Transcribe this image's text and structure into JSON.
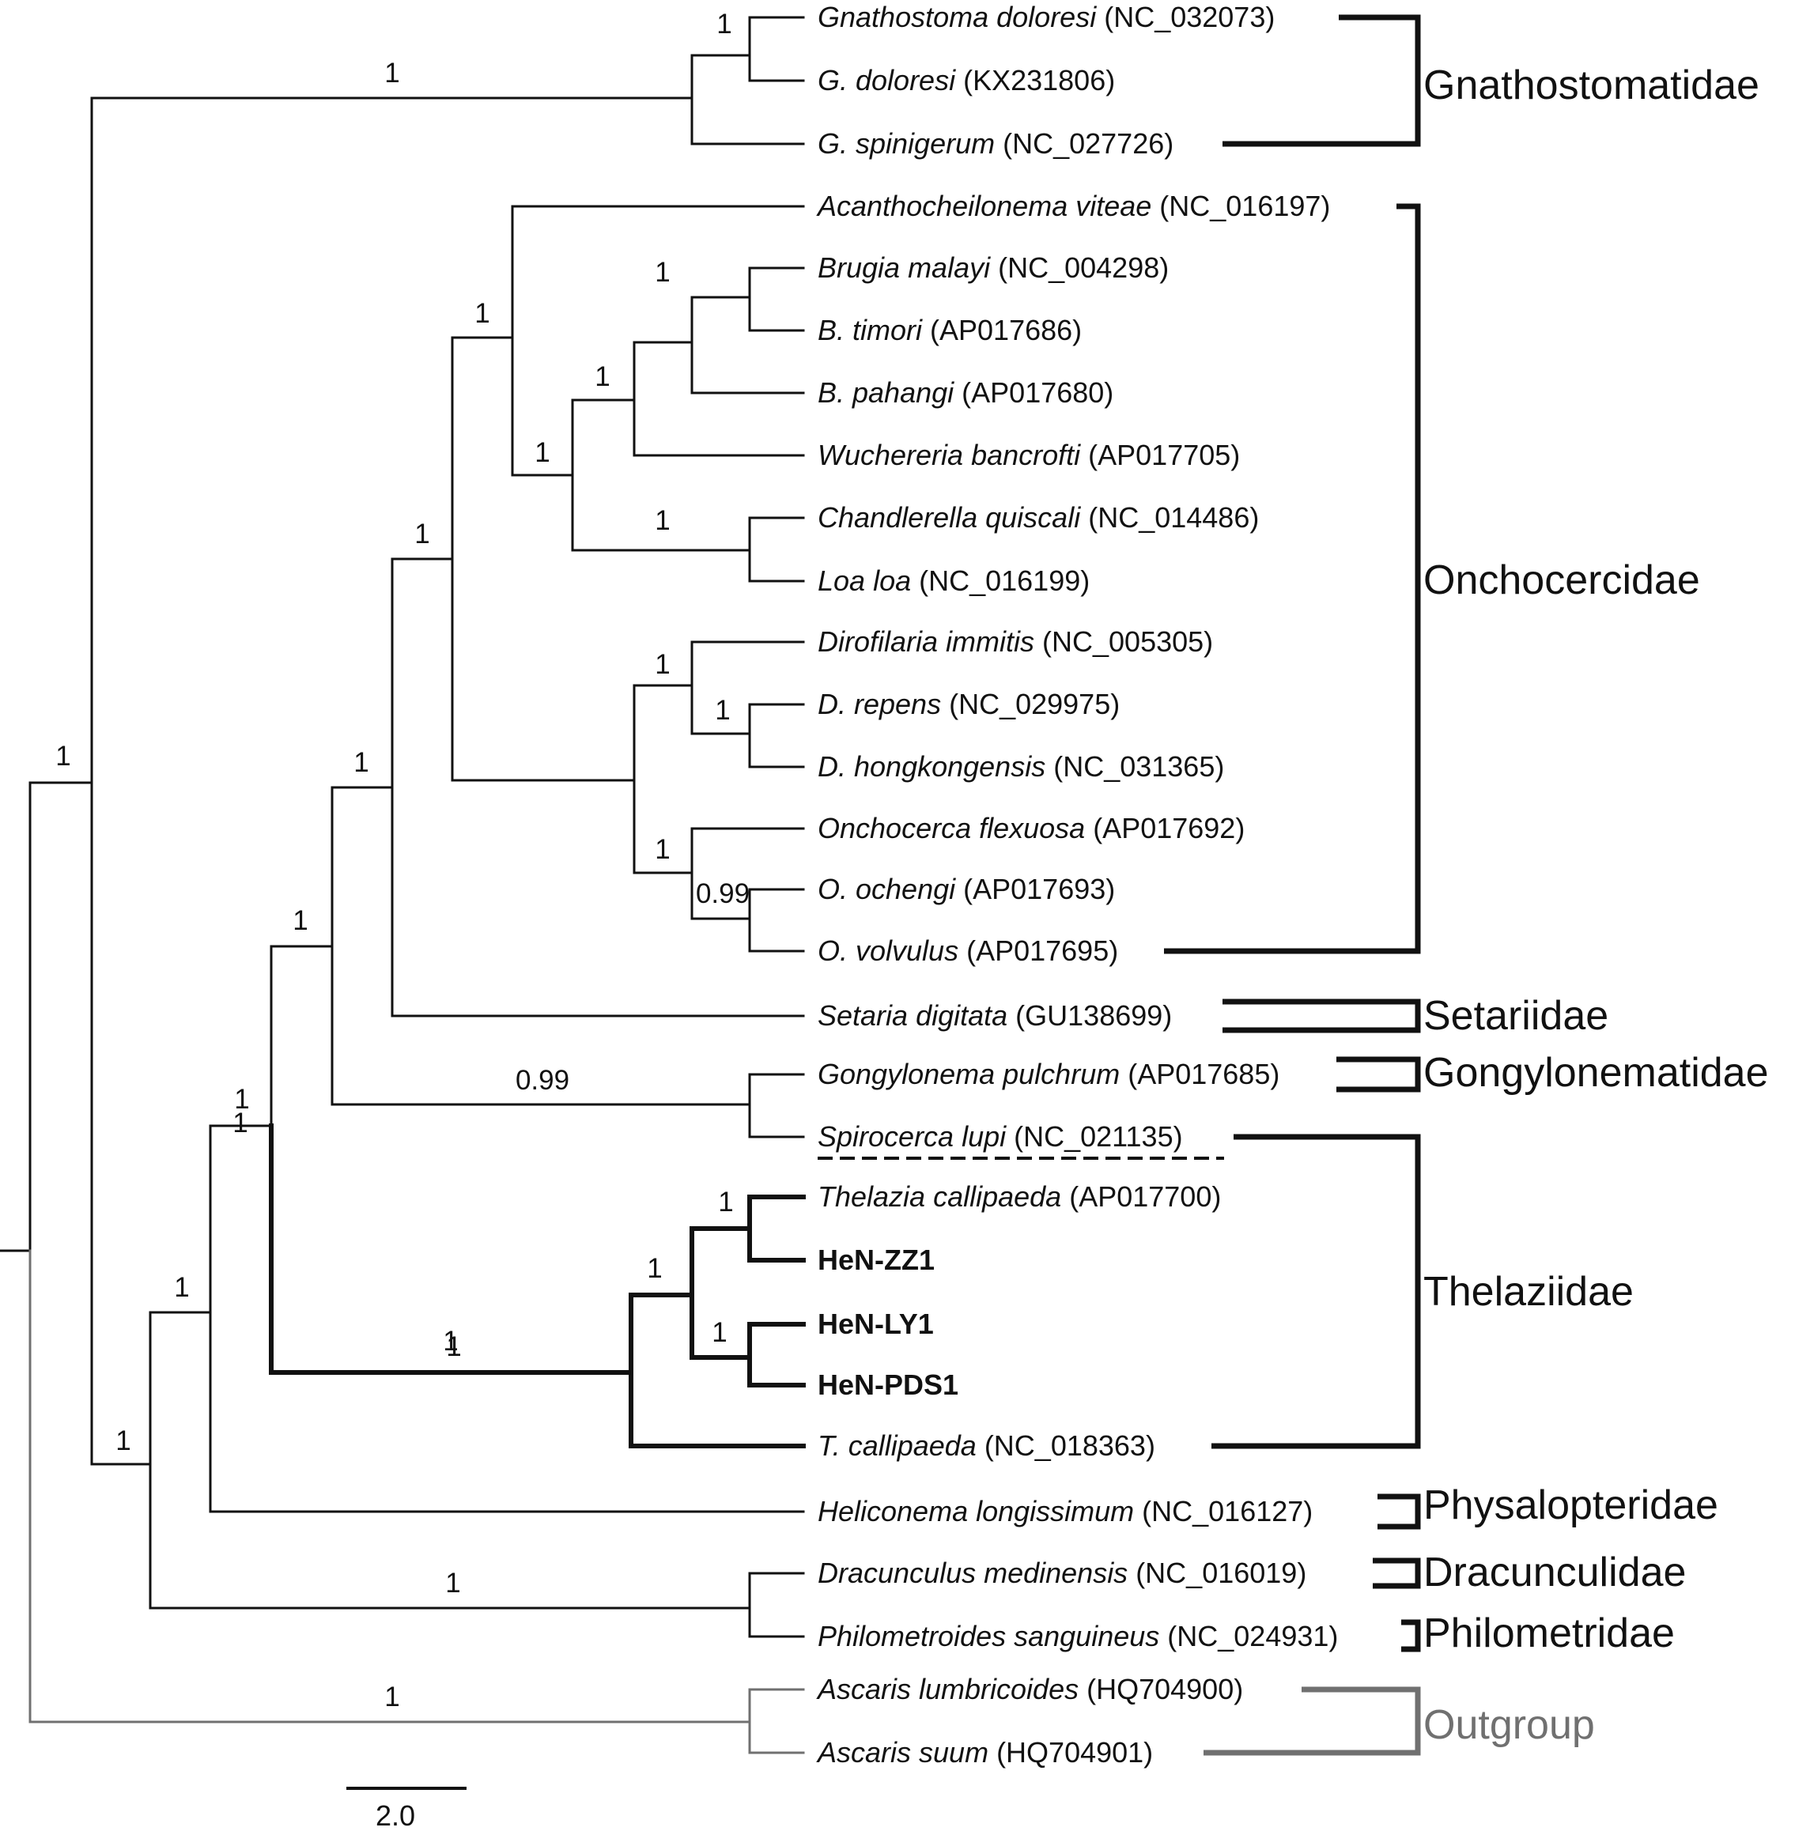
{
  "colors": {
    "ingroup": "#111111",
    "outgroup": "#707070"
  },
  "taxa": [
    {
      "id": "t1",
      "name": "Gnathostoma doloresi",
      "acc": "(NC_032073)"
    },
    {
      "id": "t2",
      "name": "G. doloresi",
      "acc": "(KX231806)"
    },
    {
      "id": "t3",
      "name": "G. spinigerum",
      "acc": "(NC_027726)"
    },
    {
      "id": "t4",
      "name": "Acanthocheilonema viteae",
      "acc": "(NC_016197)"
    },
    {
      "id": "t5",
      "name": "Brugia malayi",
      "acc": "(NC_004298)"
    },
    {
      "id": "t6",
      "name": "B. timori",
      "acc": "(AP017686)"
    },
    {
      "id": "t7",
      "name": "B. pahangi",
      "acc": "(AP017680)"
    },
    {
      "id": "t8",
      "name": "Wuchereria bancrofti",
      "acc": "(AP017705)"
    },
    {
      "id": "t9",
      "name": "Chandlerella quiscali",
      "acc": "(NC_014486)"
    },
    {
      "id": "t10",
      "name": "Loa loa",
      "acc": "(NC_016199)"
    },
    {
      "id": "t11",
      "name": "Dirofilaria immitis",
      "acc": "(NC_005305)"
    },
    {
      "id": "t12",
      "name": "D. repens",
      "acc": "(NC_029975)"
    },
    {
      "id": "t13",
      "name": "D. hongkongensis",
      "acc": "(NC_031365)"
    },
    {
      "id": "t14",
      "name": "Onchocerca flexuosa",
      "acc": "(AP017692)"
    },
    {
      "id": "t15",
      "name": "O. ochengi",
      "acc": "(AP017693)"
    },
    {
      "id": "t16",
      "name": "O. volvulus",
      "acc": "(AP017695)"
    },
    {
      "id": "t17",
      "name": "Setaria digitata",
      "acc": "(GU138699)"
    },
    {
      "id": "t18",
      "name": "Gongylonema pulchrum",
      "acc": "(AP017685)"
    },
    {
      "id": "t19",
      "name": "Spirocerca lupi",
      "acc": "(NC_021135)"
    },
    {
      "id": "t20",
      "name": "Thelazia callipaeda",
      "acc": "(AP017700)"
    },
    {
      "id": "t21",
      "name": "HeN-ZZ1",
      "acc": "",
      "bold": true
    },
    {
      "id": "t22",
      "name": "HeN-LY1",
      "acc": "",
      "bold": true
    },
    {
      "id": "t23",
      "name": "HeN-PDS1",
      "acc": "",
      "bold": true
    },
    {
      "id": "t24",
      "name": "T. callipaeda",
      "acc": "(NC_018363)"
    },
    {
      "id": "t25",
      "name": "Heliconema longissimum",
      "acc": "(NC_016127)"
    },
    {
      "id": "t26",
      "name": "Dracunculus medinensis",
      "acc": "(NC_016019)"
    },
    {
      "id": "t27",
      "name": "Philometroides sanguineus",
      "acc": "(NC_024931)"
    },
    {
      "id": "t28",
      "name": "Ascaris lumbricoides",
      "acc": "(HQ704900)"
    },
    {
      "id": "t29",
      "name": "Ascaris suum",
      "acc": "(HQ704901)"
    }
  ],
  "supports": [
    "1",
    "1",
    "1",
    "1",
    "1",
    "1",
    "1",
    "1",
    "1",
    "1",
    "1",
    "1",
    "1",
    "1",
    "1",
    "1",
    "1",
    "0.99",
    "0.99",
    "1",
    "1",
    "1",
    "1",
    "1",
    "1",
    "1",
    "1"
  ],
  "families": [
    {
      "name": "Gnathostomatidae",
      "group": "ingroup"
    },
    {
      "name": "Onchocercidae",
      "group": "ingroup"
    },
    {
      "name": "Setariidae",
      "group": "ingroup"
    },
    {
      "name": "Gongylonematidae",
      "group": "ingroup"
    },
    {
      "name": "Thelaziidae",
      "group": "ingroup"
    },
    {
      "name": "Physalopteridae",
      "group": "ingroup"
    },
    {
      "name": "Dracunculidae",
      "group": "ingroup"
    },
    {
      "name": "Philometridae",
      "group": "ingroup"
    },
    {
      "name": "Outgroup",
      "group": "outgroup"
    }
  ],
  "scale_bar": {
    "label": "2.0",
    "value": 2.0
  }
}
